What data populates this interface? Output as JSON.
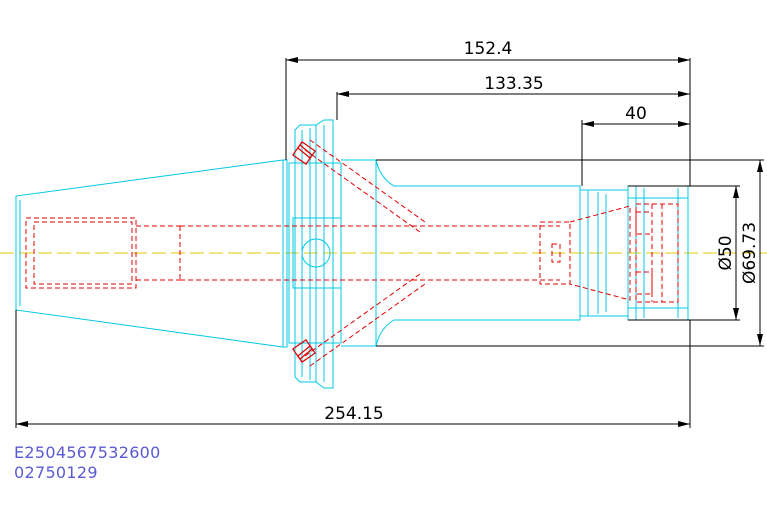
{
  "drawing": {
    "dimensions": {
      "dim_152_4": "152.4",
      "dim_133_35": "133.35",
      "dim_40": "40",
      "dim_diameter_50": "Ø50",
      "dim_diameter_69_73": "Ø69.73",
      "dim_254_15": "254.15"
    },
    "part_codes": {
      "code_1": "E2504567532600",
      "code_2": "02750129"
    },
    "colors": {
      "outline": "#00c8e6",
      "hidden_lines": "#e60000",
      "centerline": "#e6c800",
      "dimension_lines": "#000000",
      "part_code_text": "#5a5ad6"
    }
  }
}
